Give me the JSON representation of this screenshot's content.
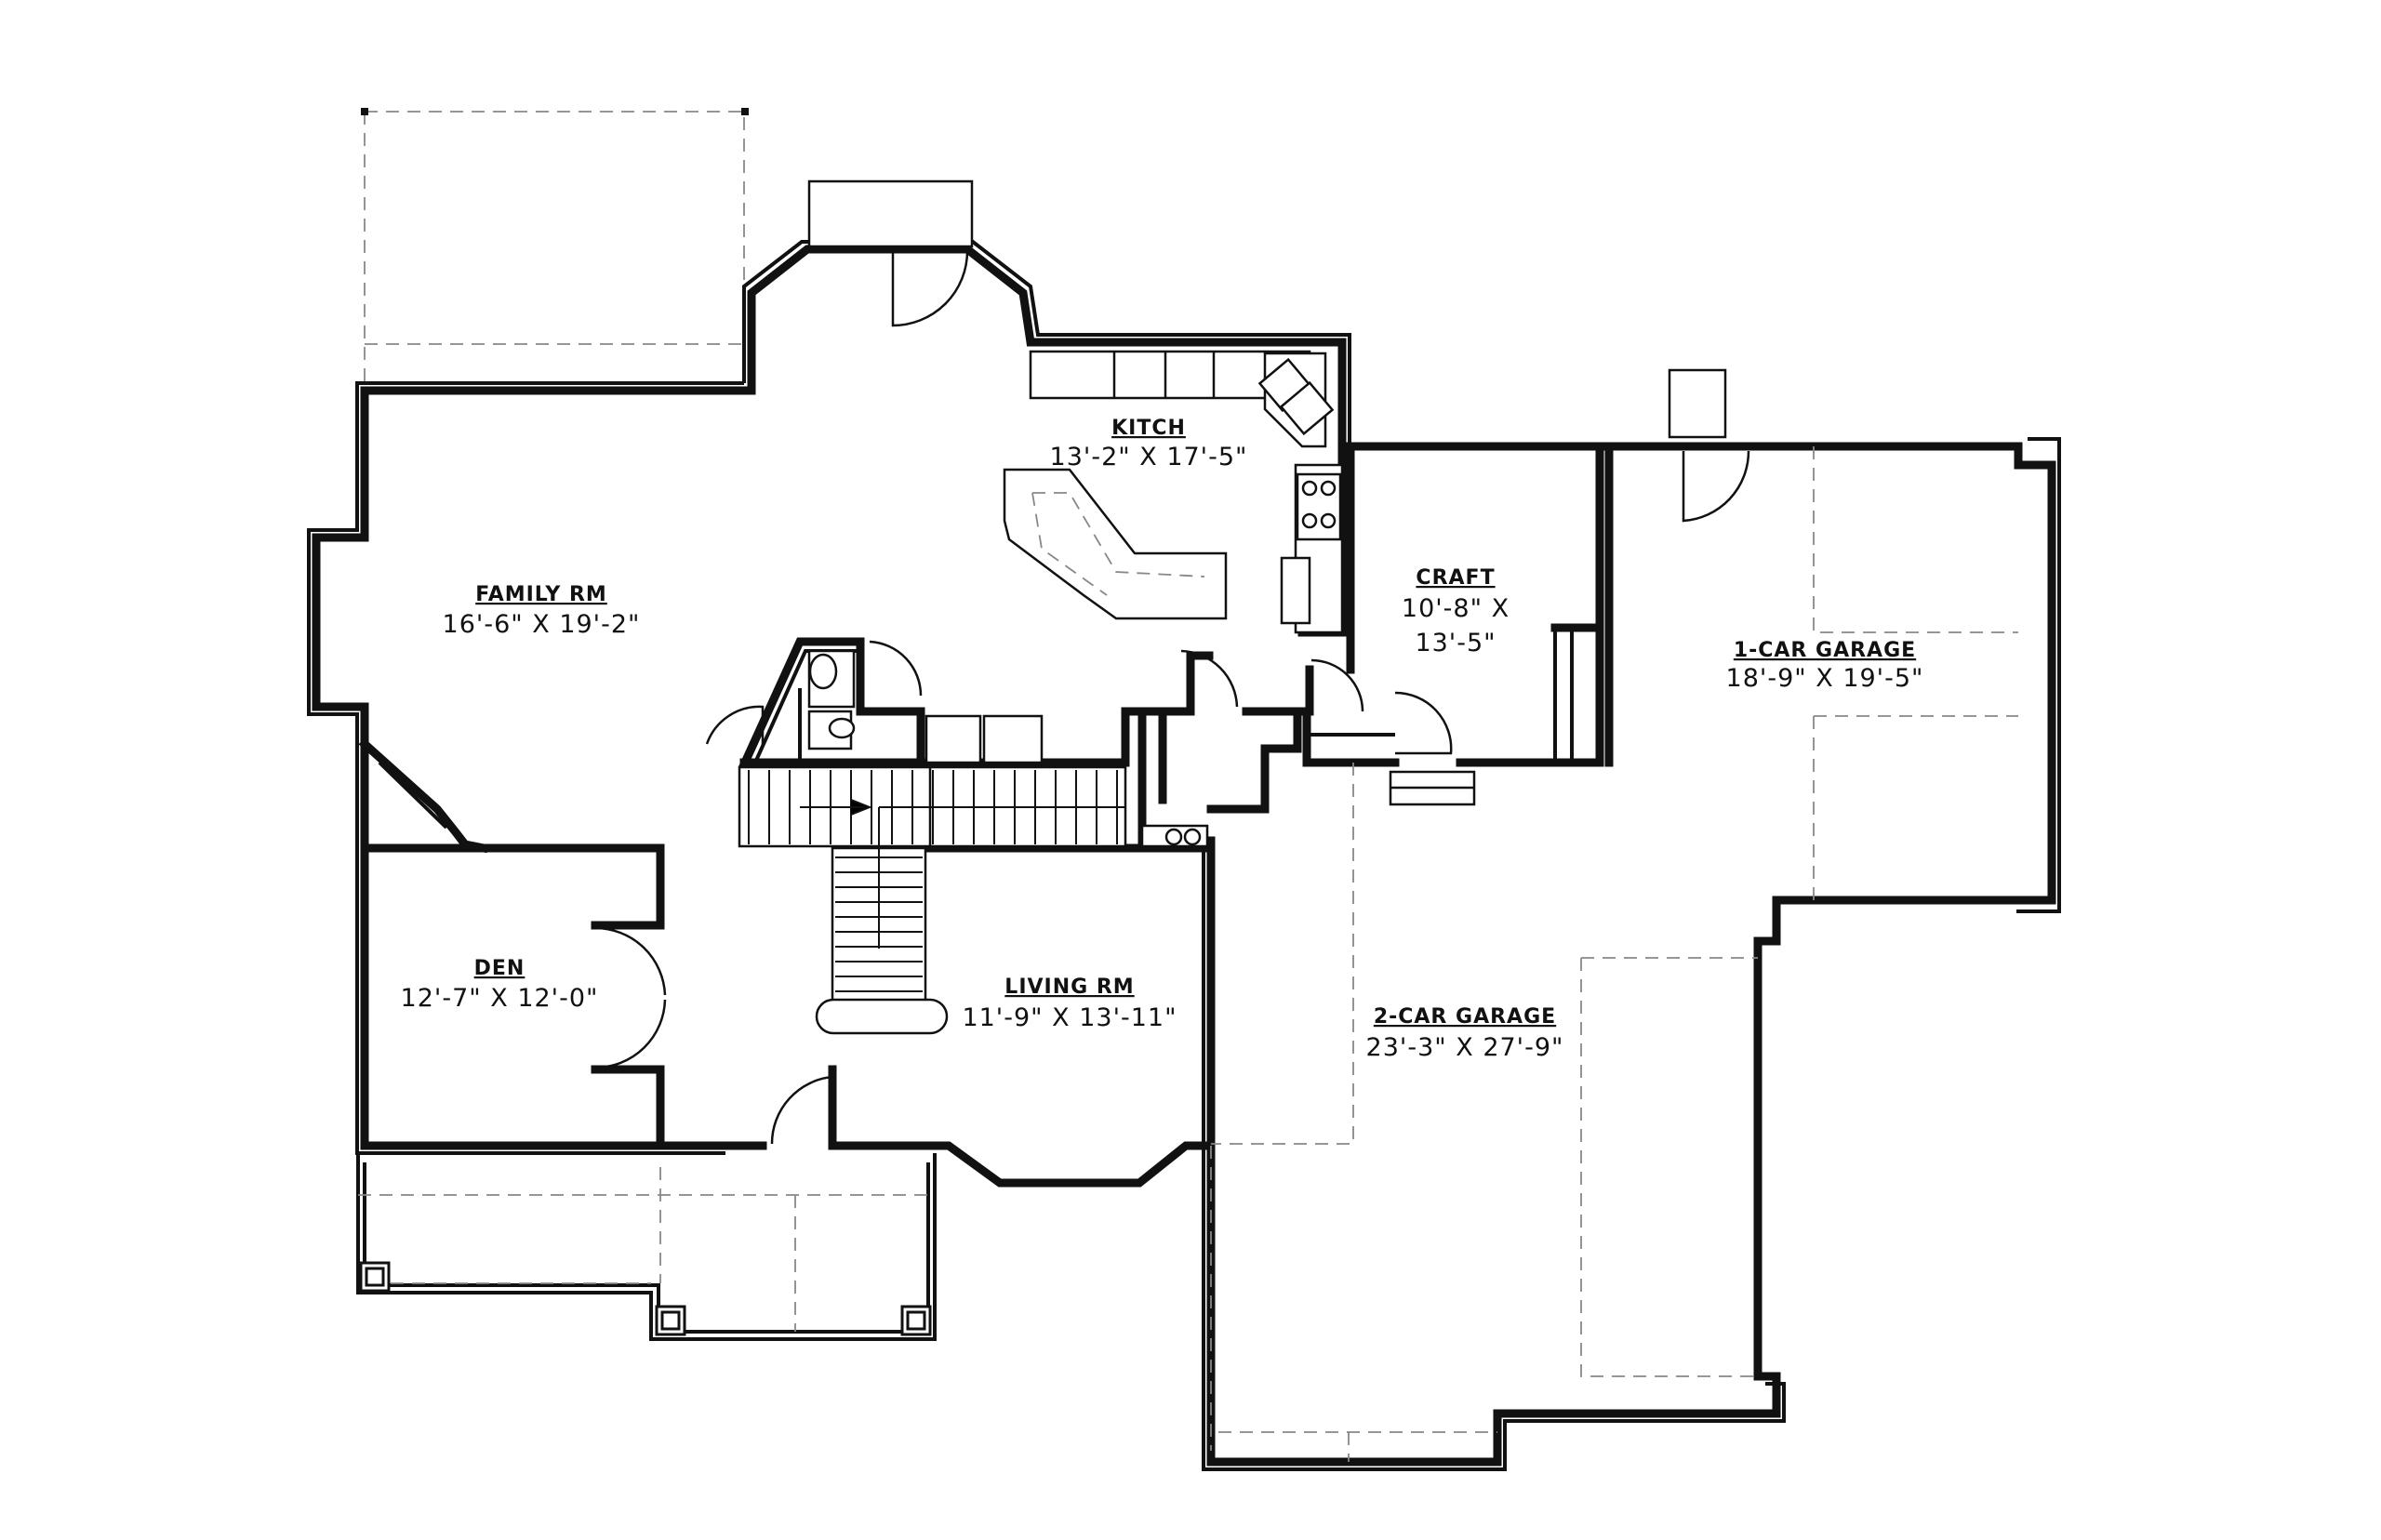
{
  "rooms": [
    {
      "name": "FAMILY RM",
      "dims": "16'-6\" X 19'-2\""
    },
    {
      "name": "KITCH",
      "dims": "13'-2\" X 17'-5\""
    },
    {
      "name": "CRAFT",
      "dims": "10'-8\" X",
      "dims2": "13'-5\""
    },
    {
      "name": "1-CAR GARAGE",
      "dims": "18'-9\" X 19'-5\""
    },
    {
      "name": "DEN",
      "dims": "12'-7\" X 12'-0\""
    },
    {
      "name": "LIVING RM",
      "dims": "11'-9\" X 13'-11\""
    },
    {
      "name": "2-CAR GARAGE",
      "dims": "23'-3\" X 27'-9\""
    }
  ],
  "colors": {
    "wall": "#111111",
    "dashed": "#888888",
    "background": "#ffffff"
  }
}
